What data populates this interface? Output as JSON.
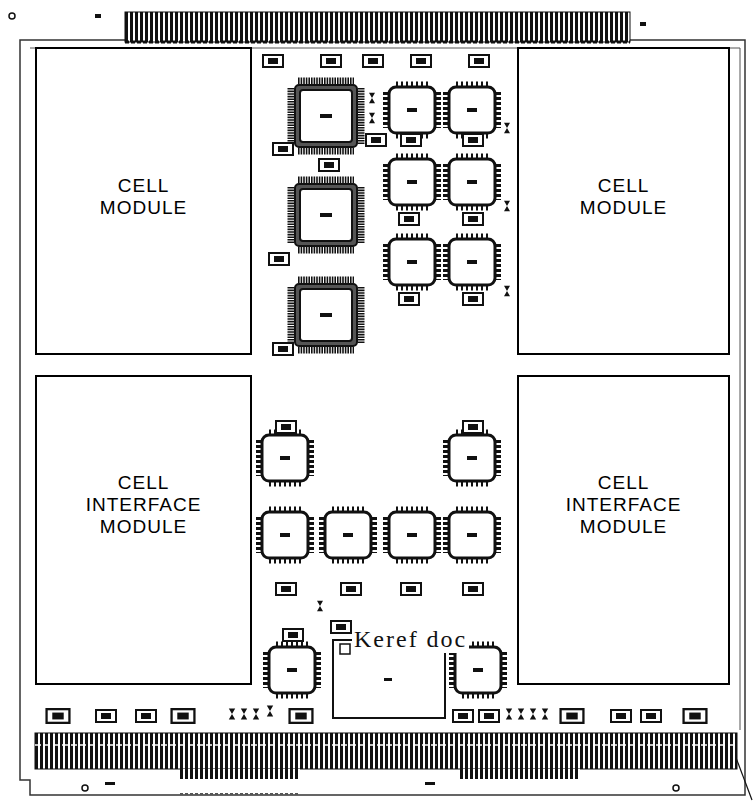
{
  "diagram": {
    "nodes": [
      {
        "text": [
          "CELL MODULE"
        ]
      },
      {
        "text": [
          "CELL MODULE"
        ]
      },
      {
        "text": [
          "CELL INTERFACE MODULE"
        ]
      },
      {
        "text": [
          "CELL INTERFACE MODULE"
        ]
      }
    ],
    "labels": [
      "Keref doc"
    ]
  }
}
